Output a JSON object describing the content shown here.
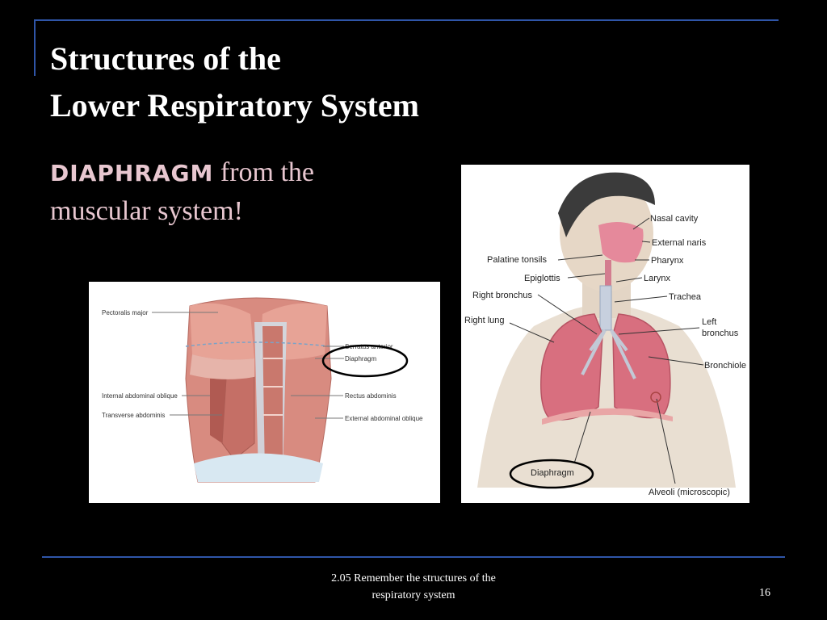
{
  "slide": {
    "title_line1": "Structures of the",
    "title_line2": "Lower Respiratory System",
    "subtitle_keyword": "Diaphragm",
    "subtitle_rest_line1": " from the",
    "subtitle_rest_line2": "muscular system!",
    "footer_line1": "2.05 Remember the structures of  the",
    "footer_line2": "respiratory system",
    "page_number": "16"
  },
  "muscle_figure": {
    "labels": {
      "pectoralis_major": "Pectoralis major",
      "serratus_anterior": "Serratus anterior",
      "diaphragm": "Diaphragm",
      "internal_oblique": "Internal abdominal oblique",
      "rectus_abdominis": "Rectus abdominis",
      "transverse_abdominis": "Transverse abdominis",
      "external_oblique": "External abdominal oblique"
    }
  },
  "respiratory_figure": {
    "labels": {
      "nasal_cavity": "Nasal cavity",
      "external_naris": "External naris",
      "palatine_tonsils": "Palatine tonsils",
      "pharynx": "Pharynx",
      "epiglottis": "Epiglottis",
      "larynx": "Larynx",
      "right_bronchus": "Right bronchus",
      "trachea": "Trachea",
      "right_lung": "Right lung",
      "left_bronchus_1": "Left",
      "left_bronchus_2": "bronchus",
      "bronchiole": "Bronchiole",
      "diaphragm": "Diaphragm",
      "alveoli": "Alveoli (microscopic)"
    }
  },
  "colors": {
    "background": "#000000",
    "accent_line": "#2f55a8",
    "subtitle_pink": "#e8c7d0",
    "highlight_circle": "#000000"
  }
}
